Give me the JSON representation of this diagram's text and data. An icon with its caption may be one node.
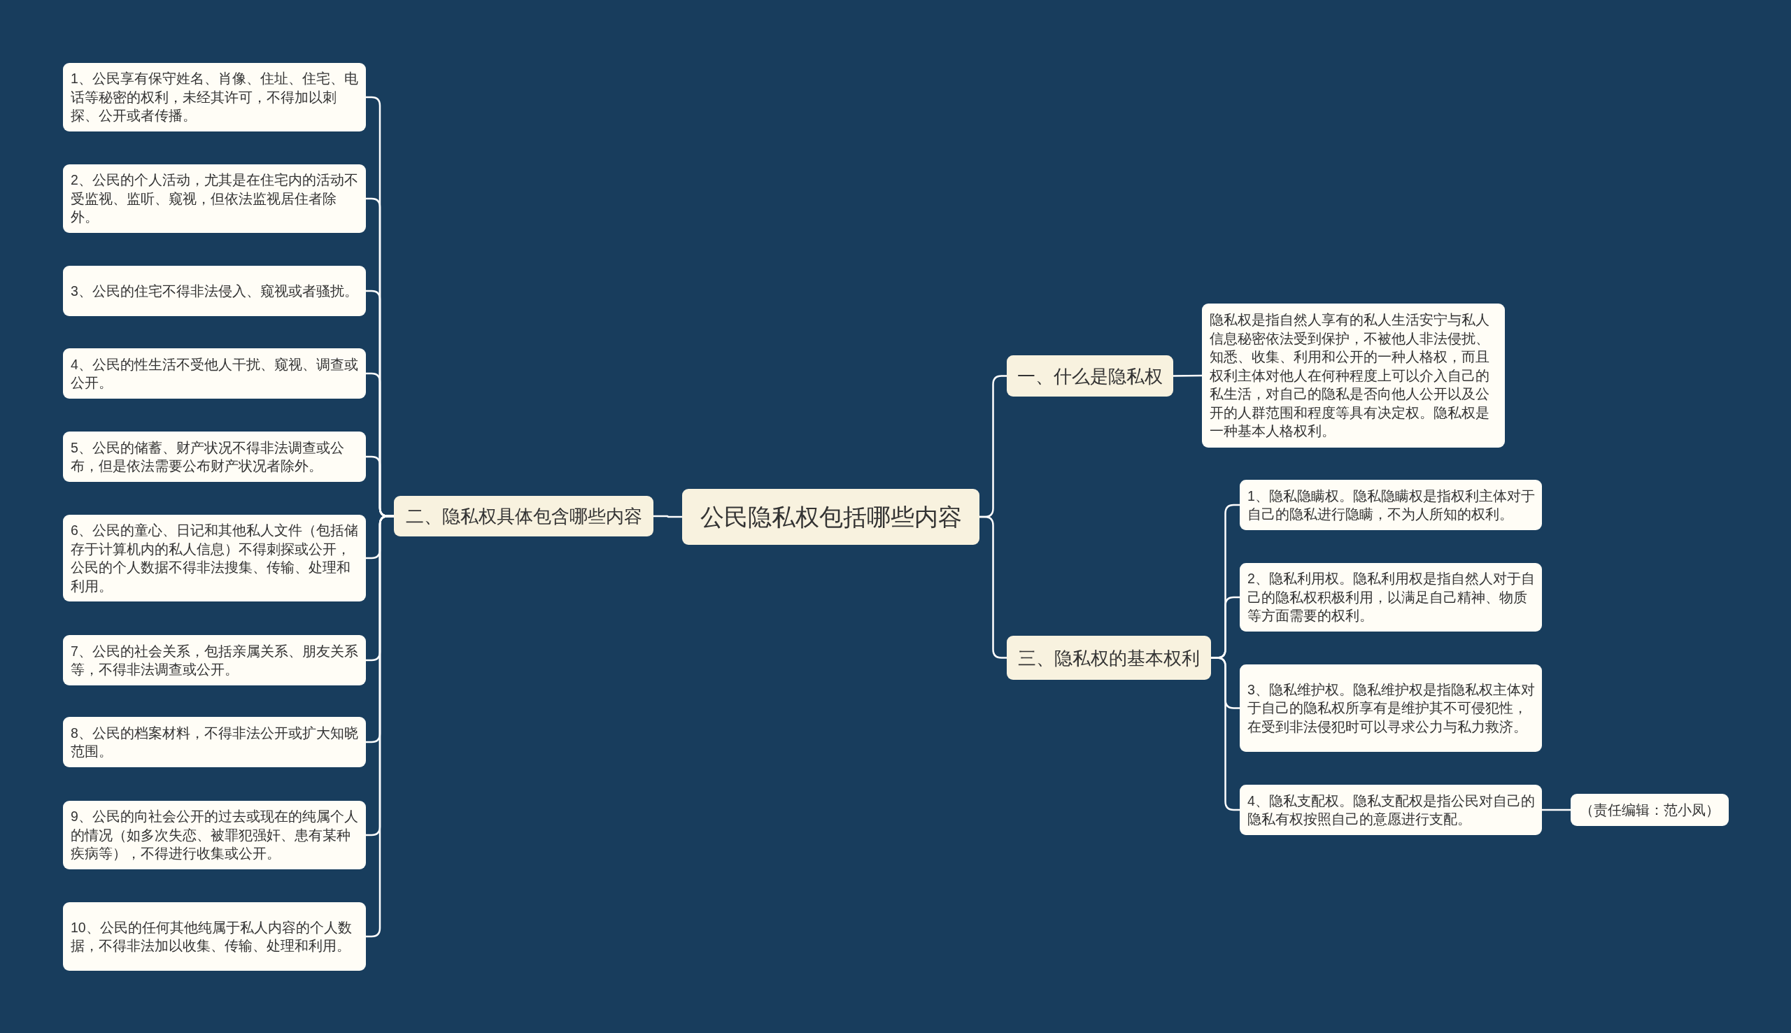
{
  "diagram": {
    "nodes": [
      {
        "text": [
          "公民隐私权包括哪些内容"
        ]
      },
      {
        "text": [
          "二、隐私权具体包含哪些内容"
        ]
      },
      {
        "text": [
          "1、公民享有保守姓名、肖像、住址、住宅、电话等秘密的权利，未经其许可，不得加以刺探、公开或者传播。"
        ]
      },
      {
        "text": [
          "2、公民的个人活动，尤其是在住宅内的活动不受监视、监听、窥视，但依法监视居住者除外。"
        ]
      },
      {
        "text": [
          "3、公民的住宅不得非法侵入、窥视或者骚扰。"
        ]
      },
      {
        "text": [
          "4、公民的性生活不受他人干扰、窥视、调查或公开。"
        ]
      },
      {
        "text": [
          "5、公民的储蓄、财产状况不得非法调查或公布，但是依法需要公布财产状况者除外。"
        ]
      },
      {
        "text": [
          "6、公民的童心、日记和其他私人文件（包括储存于计算机内的私人信息）不得刺探或公开，公民的个人数据不得非法搜集、传输、处理和利用。"
        ]
      },
      {
        "text": [
          "7、公民的社会关系，包括亲属关系、朋友关系等，不得非法调查或公开。"
        ]
      },
      {
        "text": [
          "8、公民的档案材料，不得非法公开或扩大知晓范围。"
        ]
      },
      {
        "text": [
          "9、公民的向社会公开的过去或现在的纯属个人的情况（如多次失恋、被罪犯强奸、患有某种疾病等），不得进行收集或公开。"
        ]
      },
      {
        "text": [
          "10、公民的任何其他纯属于私人内容的个人数据，不得非法加以收集、传输、处理和利用。"
        ]
      },
      {
        "text": [
          "一、什么是隐私权"
        ]
      },
      {
        "text": [
          "隐私权是指自然人享有的私人生活安宁与私人信息秘密依法受到保护，不被他人非法侵扰、知悉、收集、利用和公开的一种人格权，而且权利主体对他人在何种程度上可以介入自己的私生活，对自己的隐私是否向他人公开以及公开的人群范围和程度等具有决定权。隐私权是一种基本人格权利。"
        ]
      },
      {
        "text": [
          "三、隐私权的基本权利"
        ]
      },
      {
        "text": [
          "1、隐私隐瞒权。隐私隐瞒权是指权利主体对于自己的隐私进行隐瞒，不为人所知的权利。"
        ]
      },
      {
        "text": [
          "2、隐私利用权。隐私利用权是指自然人对于自己的隐私权积极利用，以满足自己精神、物质等方面需要的权利。"
        ]
      },
      {
        "text": [
          "3、隐私维护权。隐私维护权是指隐私权主体对于自己的隐私权所享有是维护其不可侵犯性，在受到非法侵犯时可以寻求公力与私力救济。"
        ]
      },
      {
        "text": [
          "4、隐私支配权。隐私支配权是指公民对自己的隐私有权按照自己的意愿进行支配。"
        ]
      },
      {
        "text": [
          "（责任编辑：范小凤）"
        ]
      }
    ],
    "edges": [
      {
        "from": 0,
        "to": 1,
        "arrow": "none"
      },
      {
        "from": 1,
        "to": 2,
        "arrow": "none"
      },
      {
        "from": 1,
        "to": 3,
        "arrow": "none"
      },
      {
        "from": 1,
        "to": 4,
        "arrow": "none"
      },
      {
        "from": 1,
        "to": 5,
        "arrow": "none"
      },
      {
        "from": 1,
        "to": 6,
        "arrow": "none"
      },
      {
        "from": 1,
        "to": 7,
        "arrow": "none"
      },
      {
        "from": 1,
        "to": 8,
        "arrow": "none"
      },
      {
        "from": 1,
        "to": 9,
        "arrow": "none"
      },
      {
        "from": 1,
        "to": 10,
        "arrow": "none"
      },
      {
        "from": 1,
        "to": 11,
        "arrow": "none"
      },
      {
        "from": 0,
        "to": 12,
        "arrow": "none"
      },
      {
        "from": 12,
        "to": 13,
        "arrow": "none"
      },
      {
        "from": 0,
        "to": 14,
        "arrow": "none"
      },
      {
        "from": 14,
        "to": 15,
        "arrow": "none"
      },
      {
        "from": 14,
        "to": 16,
        "arrow": "none"
      },
      {
        "from": 14,
        "to": 17,
        "arrow": "none"
      },
      {
        "from": 14,
        "to": 18,
        "arrow": "none"
      },
      {
        "from": 18,
        "to": 19,
        "arrow": "none"
      }
    ]
  }
}
